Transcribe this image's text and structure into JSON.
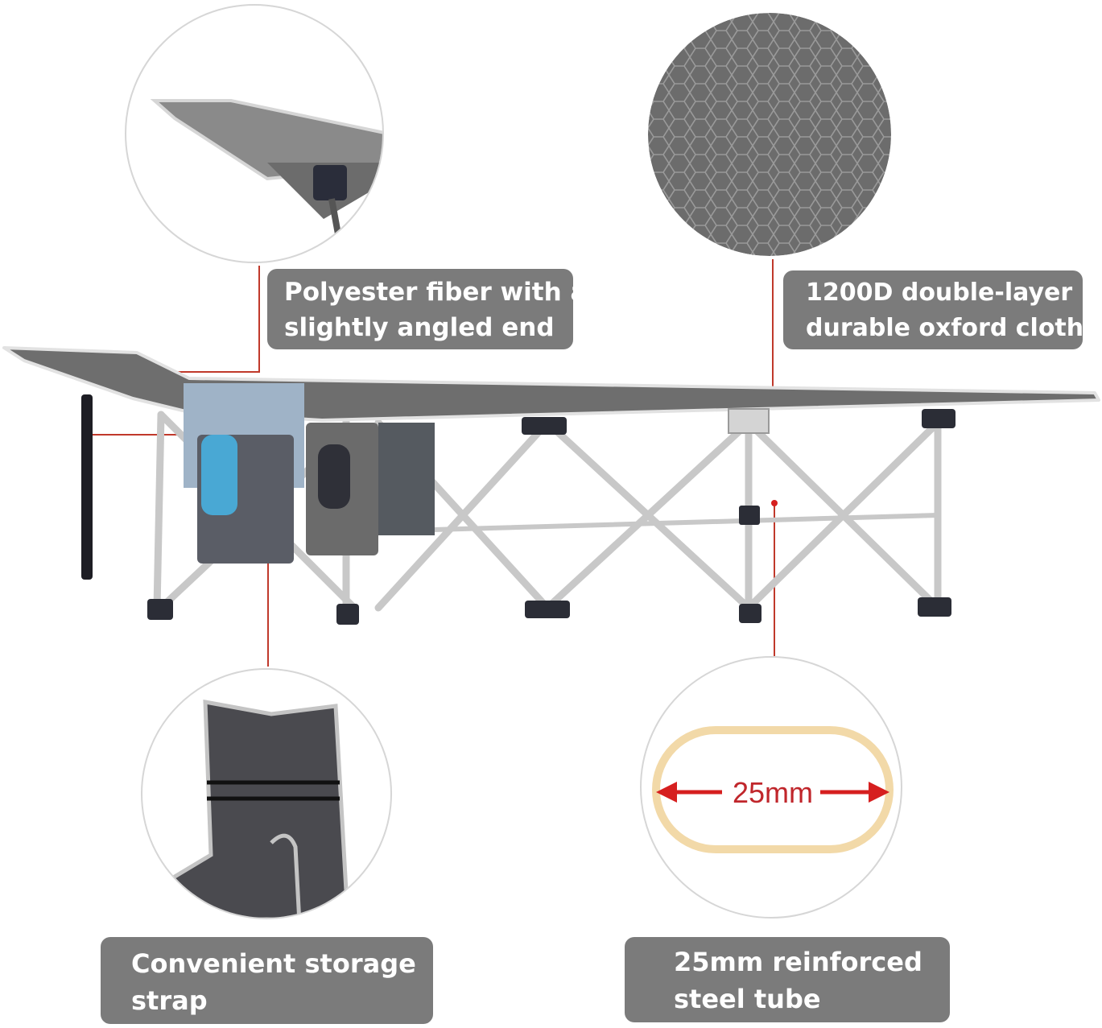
{
  "callouts": {
    "polyester": {
      "line1": "Polyester fiber with a",
      "line2": "slightly angled end"
    },
    "oxford": {
      "line1": "1200D double-layer",
      "line2": "durable oxford cloth"
    },
    "strap": {
      "line1": "Convenient storage",
      "line2": "strap"
    },
    "tube": {
      "line1": "25mm reinforced",
      "line2": "steel tube"
    }
  },
  "tube_diagram": {
    "label": "25mm"
  },
  "colors": {
    "callout_bg": "#7b7b7b",
    "leader_line": "#c0392b",
    "fabric": "#6e6e6e",
    "frame": "#c8c8c8",
    "tube_ring": "#f2d9a8",
    "arrow": "#d61f1f"
  }
}
